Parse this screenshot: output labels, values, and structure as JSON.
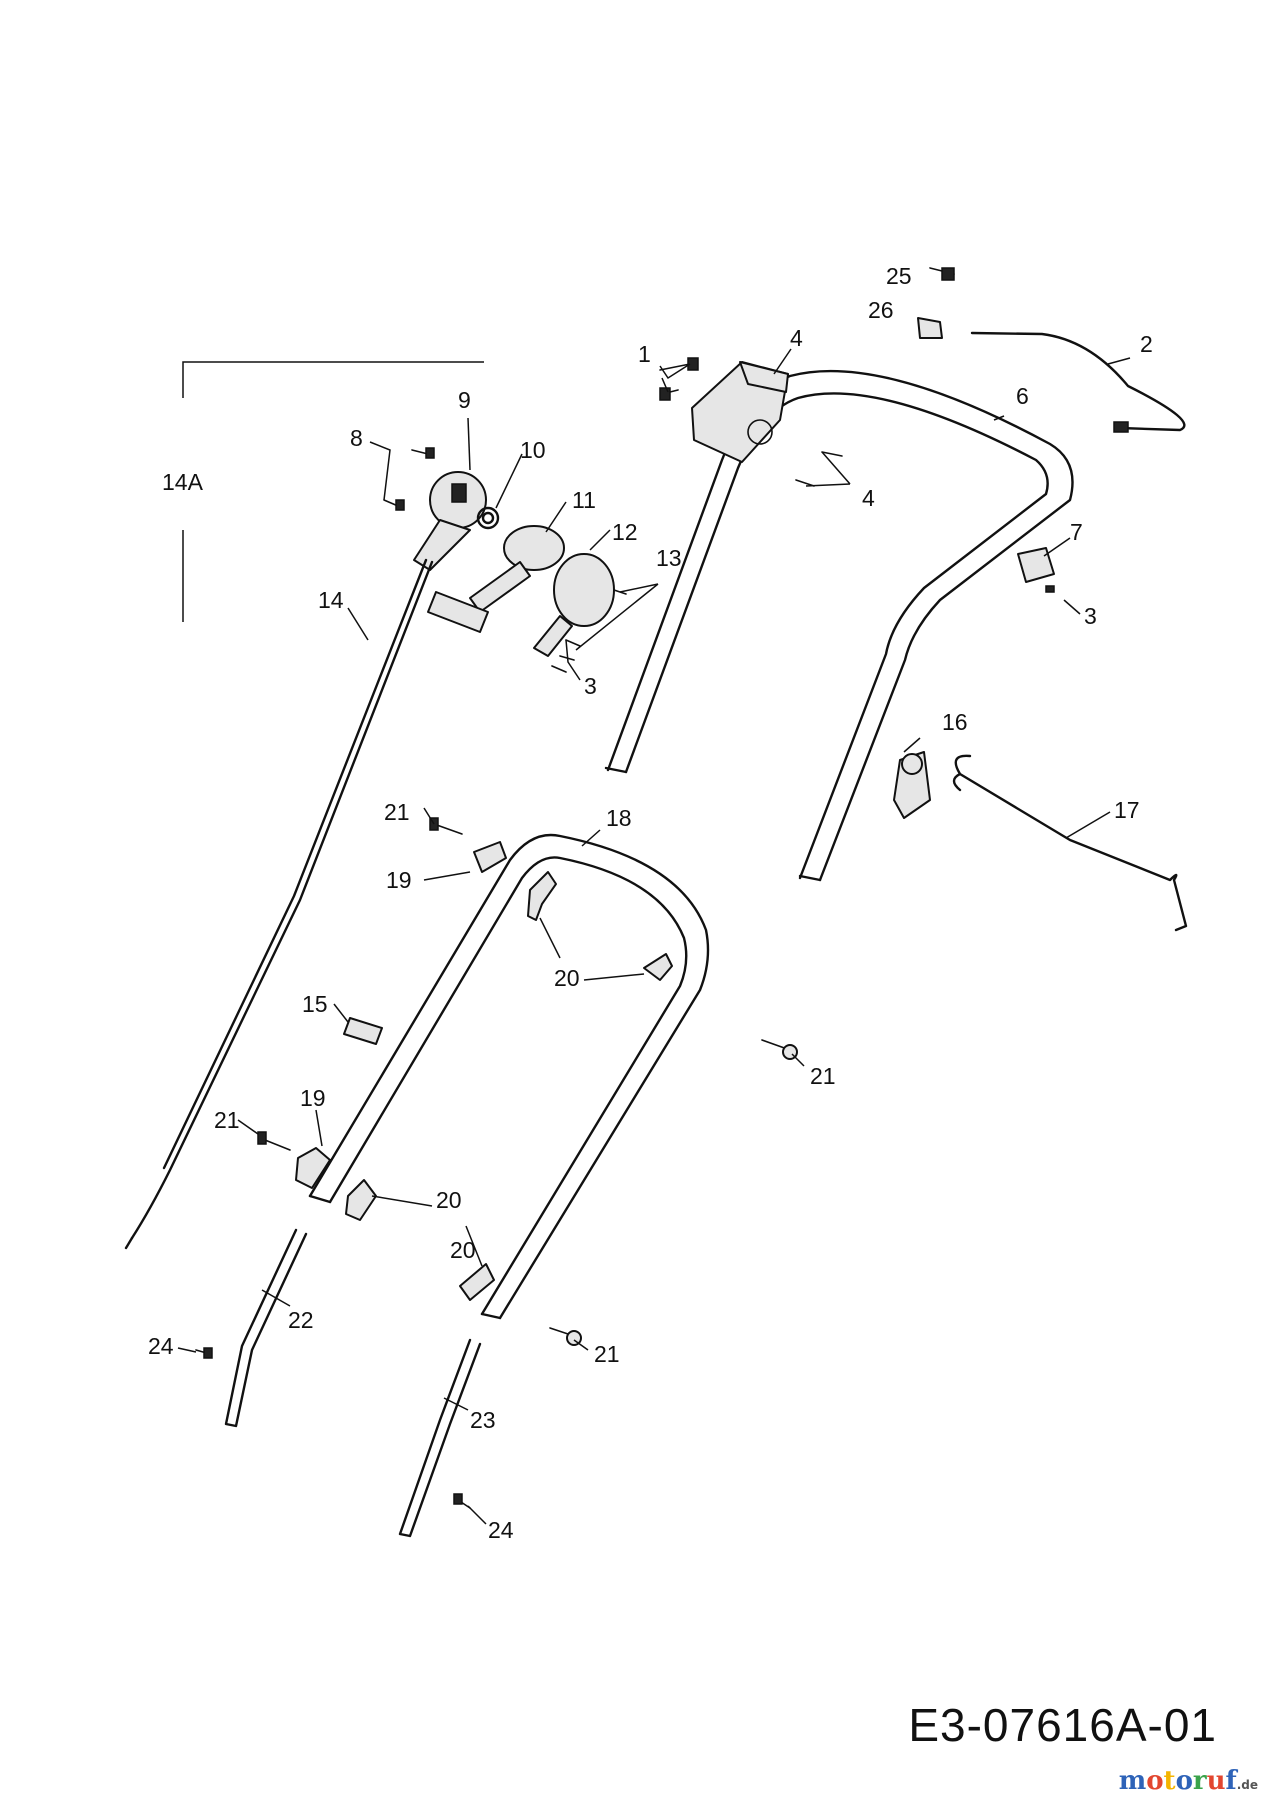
{
  "document_code": "E3-07616A-01",
  "watermark": {
    "letters": [
      "m",
      "o",
      "t",
      "o",
      "r",
      "u",
      "f"
    ],
    "suffix": ".de"
  },
  "callouts": {
    "c1": "1",
    "c2": "2",
    "c3a": "3",
    "c3b": "3",
    "c4a": "4",
    "c4b": "4",
    "c6": "6",
    "c7": "7",
    "c8": "8",
    "c9": "9",
    "c10": "10",
    "c11": "11",
    "c12": "12",
    "c13": "13",
    "c14": "14",
    "c14a": "14A",
    "c15": "15",
    "c16": "16",
    "c17": "17",
    "c18": "18",
    "c19a": "19",
    "c19b": "19",
    "c20a": "20",
    "c20b": "20",
    "c20c": "20",
    "c21a": "21",
    "c21b": "21",
    "c21c": "21",
    "c21d": "21",
    "c22": "22",
    "c23": "23",
    "c24a": "24",
    "c24b": "24",
    "c25": "25",
    "c26": "26"
  }
}
